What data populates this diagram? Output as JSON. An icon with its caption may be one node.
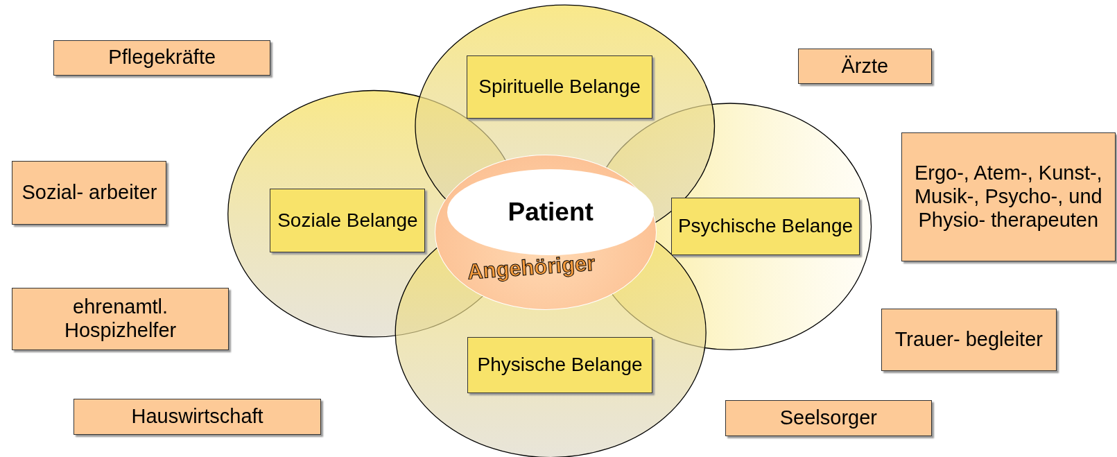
{
  "diagram": {
    "nodes": [
      {
        "text": [
          "Pflegekräfte"
        ]
      },
      {
        "text": [
          "Spirituelle Belange"
        ]
      },
      {
        "text": [
          "Ärzte"
        ]
      },
      {
        "text": [
          "Ergo-, Atem-, Kunst-, Musik-, Psycho-, und Physio- therapeuten"
        ]
      },
      {
        "text": [
          "Sozial- arbeiter"
        ]
      },
      {
        "text": [
          "Soziale Belange"
        ]
      },
      {
        "text": [
          "Patient",
          "Angehöriger"
        ]
      },
      {
        "text": [
          "Psychische Belange"
        ]
      },
      {
        "text": [
          "ehrenamtl. Hospizhelfer"
        ]
      },
      {
        "text": [
          "Trauer- begleiter"
        ]
      },
      {
        "text": [
          "Physische Belange"
        ]
      },
      {
        "text": [
          "Hauswirtschaft"
        ]
      },
      {
        "text": [
          "Seelsorger"
        ]
      }
    ],
    "edges": []
  }
}
